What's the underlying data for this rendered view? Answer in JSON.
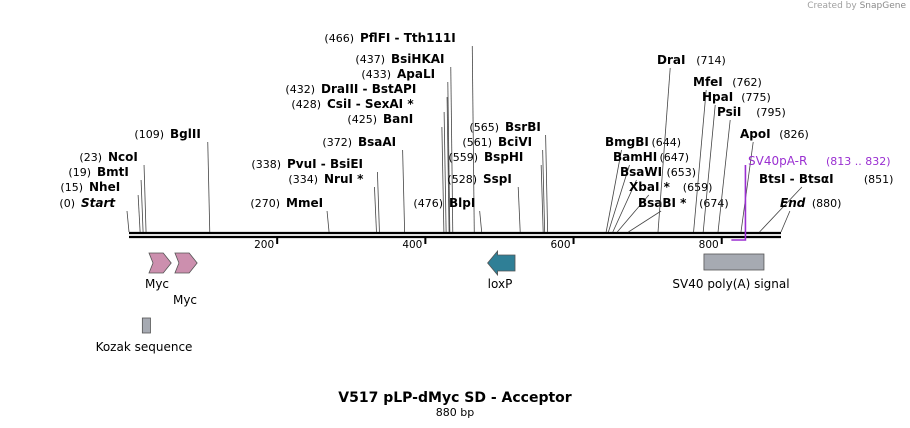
{
  "credit": {
    "prefix": "Created by",
    "brand": "SnapGene"
  },
  "map": {
    "title": "V517 pLP-dMyc SD - Acceptor",
    "length_label": "880 bp",
    "length": 880,
    "ticks": [
      "200",
      "400",
      "600",
      "800"
    ],
    "sites": [
      {
        "name": "Start",
        "pos": "(0)",
        "bp": 0,
        "italic": true
      },
      {
        "name": "NheI",
        "pos": "(15)",
        "bp": 15
      },
      {
        "name": "BmtI",
        "pos": "(19)",
        "bp": 19
      },
      {
        "name": "NcoI",
        "pos": "(23)",
        "bp": 23
      },
      {
        "name": "BglII",
        "pos": "(109)",
        "bp": 109
      },
      {
        "name": "MmeI",
        "pos": "(270)",
        "bp": 270
      },
      {
        "name": "NruI *",
        "pos": "(334)",
        "bp": 334
      },
      {
        "name": "PvuI  - BsiEI",
        "pos": "(338)",
        "bp": 338
      },
      {
        "name": "BsaAI",
        "pos": "(372)",
        "bp": 372
      },
      {
        "name": "BanI",
        "pos": "(425)",
        "bp": 425
      },
      {
        "name": "CsiI  - SexAI *",
        "pos": "(428)",
        "bp": 428
      },
      {
        "name": "DraIII  - BstAPI",
        "pos": "(432)",
        "bp": 432
      },
      {
        "name": "ApaLI",
        "pos": "(433)",
        "bp": 433
      },
      {
        "name": "BsiHKAI",
        "pos": "(437)",
        "bp": 437
      },
      {
        "name": "PflFI  - Tth111I",
        "pos": "(466)",
        "bp": 466
      },
      {
        "name": "BlpI",
        "pos": "(476)",
        "bp": 476
      },
      {
        "name": "SspI",
        "pos": "(528)",
        "bp": 528
      },
      {
        "name": "BspHI",
        "pos": "(559)",
        "bp": 559
      },
      {
        "name": "BciVI",
        "pos": "(561)",
        "bp": 561
      },
      {
        "name": "BsrBI",
        "pos": "(565)",
        "bp": 565
      },
      {
        "name": "BmgBI",
        "pos": "(644)",
        "bp": 644
      },
      {
        "name": "BamHI",
        "pos": "(647)",
        "bp": 647
      },
      {
        "name": "BsaWI",
        "pos": "(653)",
        "bp": 653
      },
      {
        "name": "XbaI *",
        "pos": "(659)",
        "bp": 659
      },
      {
        "name": "BsaBI *",
        "pos": "(674)",
        "bp": 674
      },
      {
        "name": "DraI",
        "pos": "(714)",
        "bp": 714
      },
      {
        "name": "MfeI",
        "pos": "(762)",
        "bp": 762
      },
      {
        "name": "HpaI",
        "pos": "(775)",
        "bp": 775
      },
      {
        "name": "PsiI",
        "pos": "(795)",
        "bp": 795
      },
      {
        "name": "ApoI",
        "pos": "(826)",
        "bp": 826
      },
      {
        "name": "BtsI  - BtsαI",
        "pos": "(851)",
        "bp": 851
      },
      {
        "name": "End",
        "pos": "(880)",
        "bp": 880,
        "italic": true
      }
    ],
    "primer": {
      "name": "SV40pA-R",
      "range": "(813 .. 832)",
      "start": 813,
      "end": 832,
      "color": "#9a2fd1"
    },
    "features": [
      {
        "name": "Myc",
        "type": "arrow-right",
        "start": 27,
        "end": 57,
        "color": "#cc8fae"
      },
      {
        "name": "Myc",
        "type": "arrow-right",
        "start": 62,
        "end": 92,
        "color": "#cc8fae"
      },
      {
        "name": "loxP",
        "type": "arrow-left",
        "start": 484,
        "end": 521,
        "color": "#2f7f96"
      },
      {
        "name": "SV40 poly(A) signal",
        "type": "box",
        "start": 776,
        "end": 857,
        "color": "#a6aab2"
      },
      {
        "name": "Kozak sequence",
        "type": "box",
        "start": 18,
        "end": 29,
        "color": "#a6aab2"
      }
    ],
    "colors": {
      "backbone": "#000000",
      "arrow_outline": "#555555"
    }
  }
}
